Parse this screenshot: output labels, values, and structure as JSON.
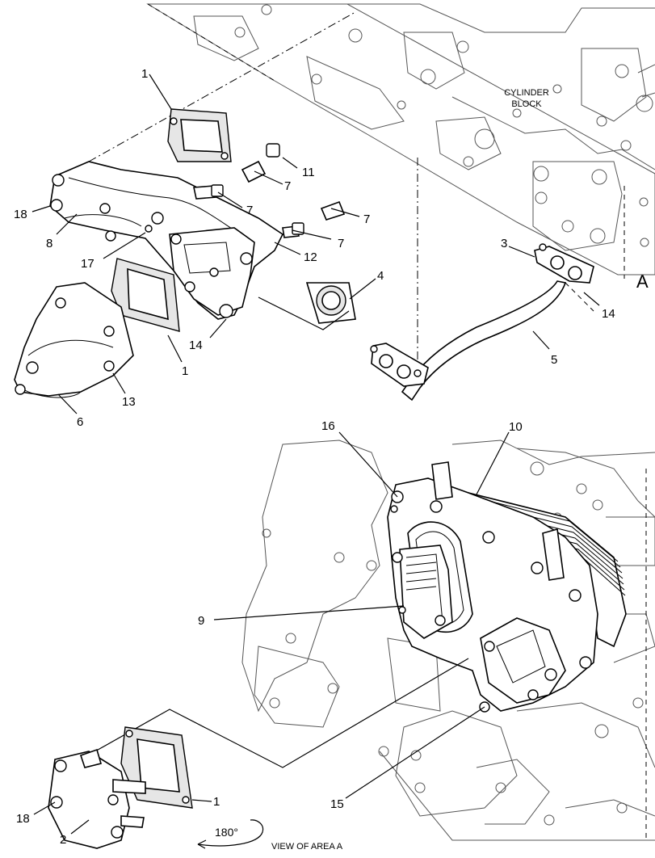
{
  "diagram": {
    "cylinder_block_label": [
      "CYLINDER",
      "BLOCK"
    ],
    "area_marker": "A",
    "rotation_label": "180°",
    "view_label": "VIEW OF  AREA A",
    "callouts": {
      "c1a": "1",
      "c1b": "1",
      "c1c": "1",
      "c2": "2",
      "c3": "3",
      "c4": "4",
      "c5": "5",
      "c6": "6",
      "c7a": "7",
      "c7b": "7",
      "c7c": "7",
      "c7d": "7",
      "c8": "8",
      "c9": "9",
      "c10": "10",
      "c11": "11",
      "c12": "12",
      "c13": "13",
      "c14a": "14",
      "c14b": "14",
      "c15": "15",
      "c16": "16",
      "c17": "17",
      "c18a": "18",
      "c18b": "18"
    }
  }
}
